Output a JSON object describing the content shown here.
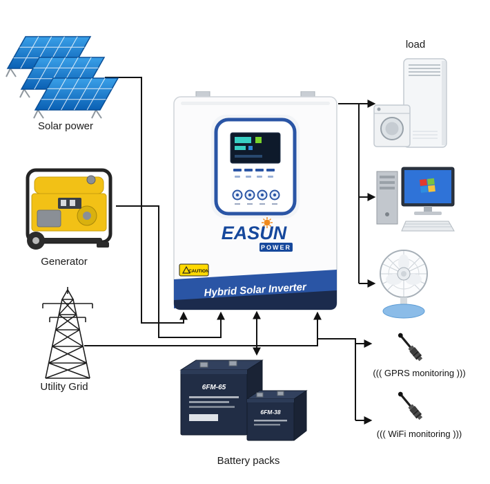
{
  "labels": {
    "solar": "Solar power",
    "generator": "Generator",
    "utility_grid": "Utility Grid",
    "load": "load",
    "battery": "Battery packs",
    "gprs": "((( GPRS monitoring )))",
    "wifi": "((( WiFi monitoring )))"
  },
  "inverter": {
    "brand": "EASUN",
    "brand_sub": "POWER",
    "banner": "Hybrid Solar Inverter",
    "caution_label": "CAUTION"
  },
  "batteries": {
    "model_left": "6FM-65",
    "model_right": "6FM-38"
  },
  "colors": {
    "wire": "#111111",
    "inverter_blue": "#2a55a5",
    "inverter_navy": "#1b2b4d",
    "caution_yellow": "#ffd900",
    "panel_blue": "#1478cf",
    "generator_yellow": "#f2c116",
    "battery_navy": "#212d45",
    "fan_base_blue": "#8bbce8"
  }
}
